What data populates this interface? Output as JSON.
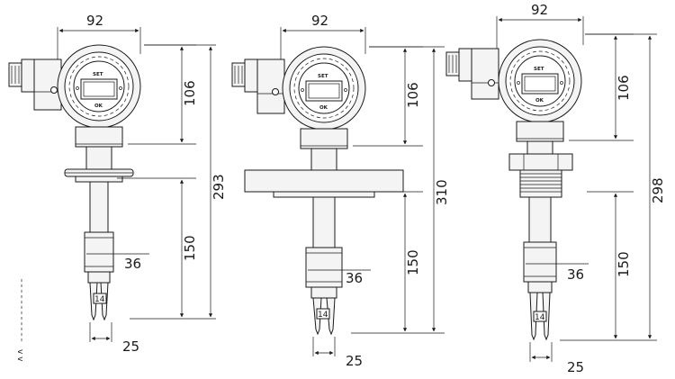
{
  "drawings": [
    {
      "width": "92",
      "housing": "106",
      "total": "293",
      "probe": "150",
      "tube": "36",
      "fork": "25",
      "tine": "14",
      "set": "SET",
      "ok": "OK"
    },
    {
      "width": "92",
      "housing": "106",
      "total": "310",
      "probe": "150",
      "tube": "36",
      "fork": "25",
      "tine": "14",
      "set": "SET",
      "ok": "OK"
    },
    {
      "width": "92",
      "housing": "106",
      "total": "298",
      "probe": "150",
      "tube": "36",
      "fork": "25",
      "tine": "14",
      "set": "SET",
      "ok": "OK"
    }
  ],
  "edge_mark": "v v"
}
